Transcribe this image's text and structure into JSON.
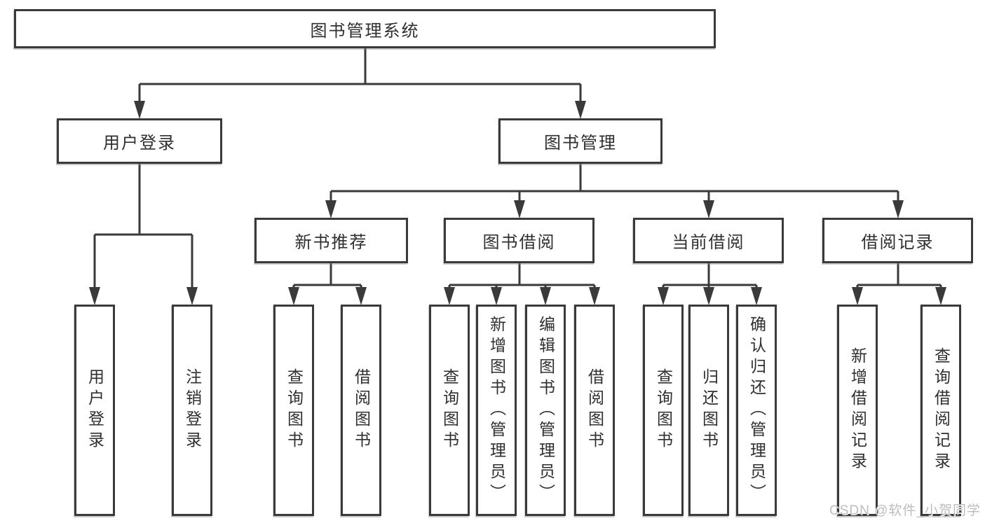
{
  "tree": {
    "root": {
      "label": "图书管理系统",
      "children": [
        {
          "label": "用户登录",
          "children": [
            {
              "label": "用户登录"
            },
            {
              "label": "注销登录"
            }
          ]
        },
        {
          "label": "图书管理",
          "children": [
            {
              "label": "新书推荐",
              "children": [
                {
                  "label": "查询图书"
                },
                {
                  "label": "借阅图书"
                }
              ]
            },
            {
              "label": "图书借阅",
              "children": [
                {
                  "label": "查询图书"
                },
                {
                  "label": "新增图书（管理员）"
                },
                {
                  "label": "编辑图书（管理员）"
                },
                {
                  "label": "借阅图书"
                }
              ]
            },
            {
              "label": "当前借阅",
              "children": [
                {
                  "label": "查询图书"
                },
                {
                  "label": "归还图书"
                },
                {
                  "label": "确认归还（管理员）"
                }
              ]
            },
            {
              "label": "借阅记录",
              "children": [
                {
                  "label": "新增借阅记录"
                },
                {
                  "label": "查询借阅记录"
                }
              ]
            }
          ]
        }
      ]
    }
  },
  "watermark": "CSDN @软件_小贺同学",
  "colors": {
    "line": "#3a3a3a",
    "text": "#2f2f2f",
    "background": "#ffffff",
    "watermark": "#bdbdbd"
  }
}
